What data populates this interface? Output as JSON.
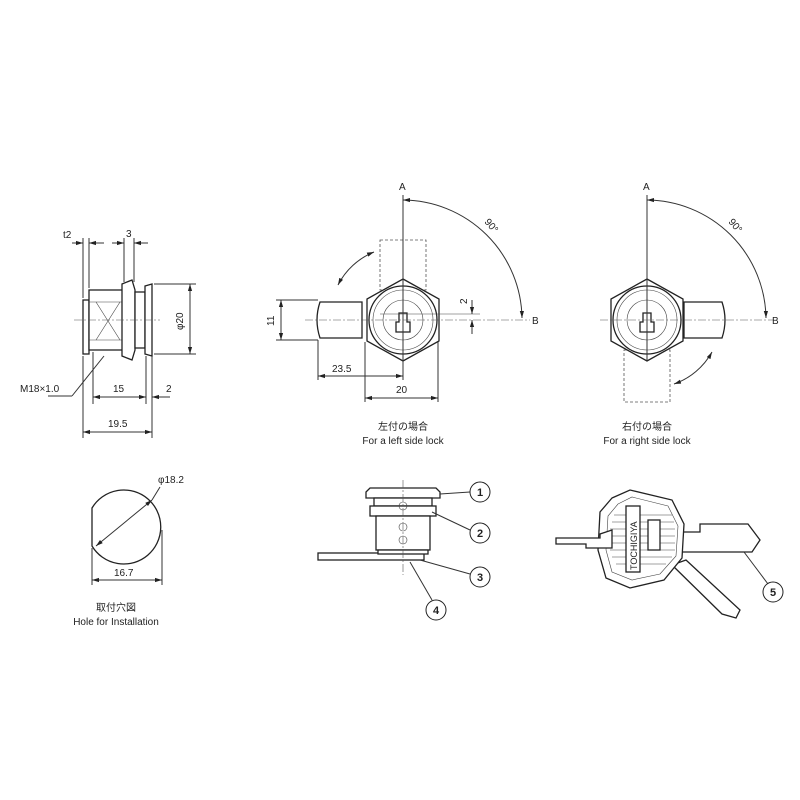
{
  "side_view": {
    "dim_t2": "t2",
    "dim_3": "3",
    "dim_dia20": "φ20",
    "thread": "M18×1.0",
    "dim_15": "15",
    "dim_2": "2",
    "dim_19_5": "19.5"
  },
  "hole_view": {
    "dim_dia": "φ18.2",
    "dim_flat": "16.7",
    "caption_jp": "取付穴図",
    "caption_en": "Hole for Installation"
  },
  "left_lock": {
    "label_a": "A",
    "label_b": "B",
    "angle": "90°",
    "dim_11": "11",
    "dim_2": "2",
    "dim_23_5": "23.5",
    "dim_20": "20",
    "caption_jp": "左付の場合",
    "caption_en": "For a left side lock"
  },
  "right_lock": {
    "label_a": "A",
    "label_b": "B",
    "angle": "90°",
    "caption_jp": "右付の場合",
    "caption_en": "For a right side lock"
  },
  "parts": {
    "balloons": [
      "1",
      "2",
      "3",
      "4",
      "5"
    ]
  },
  "key": {
    "brand": "TOCHIGIYA"
  }
}
